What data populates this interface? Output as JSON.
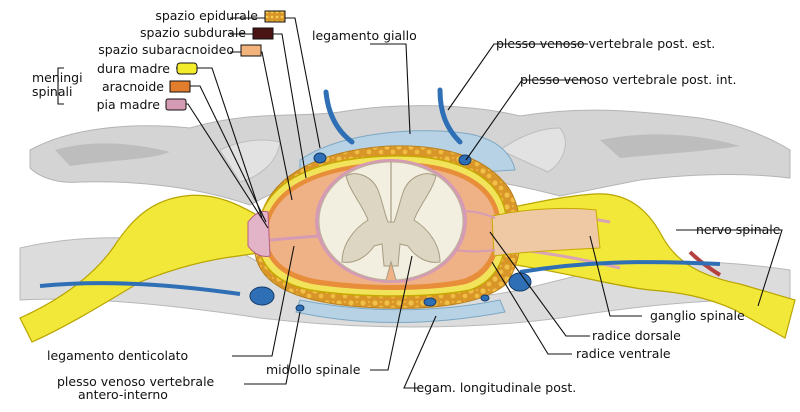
{
  "title": "Midollo spinale e meningi spinali",
  "colors": {
    "epidural": "#e6a938",
    "subdural": "#4a1414",
    "subarachnoid": "#f2b47c",
    "dura": "#f2ec2a",
    "arachnoid": "#e27d2b",
    "pia": "#d69bb4",
    "vein": "#2f6fb5",
    "bone": "#d6d6d6",
    "nerve": "#eee23a"
  },
  "labels": {
    "spazio_epidurale": "spazio epidurale",
    "spazio_subdurale": "spazio subdurale",
    "spazio_subaracnoideo": "spazio subaracnoideo",
    "meningi_spinali_1": "meningi",
    "meningi_spinali_2": "spinali",
    "dura_madre": "dura madre",
    "aracnoide": "aracnoide",
    "pia_madre": "pia madre",
    "legamento_giallo": "legamento giallo",
    "plesso_post_est": "plesso venoso vertebrale post. est.",
    "plesso_post_int": "plesso venoso vertebrale post. int.",
    "nervo_spinale": "nervo spinale",
    "ganglio_spinale": "ganglio spinale",
    "radice_dorsale": "radice dorsale",
    "radice_ventrale": "radice ventrale",
    "legamento_denticolato": "legamento denticolato",
    "plesso_antero_1": "plesso venoso vertebrale",
    "plesso_antero_2": "antero-interno",
    "midollo_spinale": "midollo spinale",
    "legam_longitudinale": "legam. longitudinale post."
  }
}
